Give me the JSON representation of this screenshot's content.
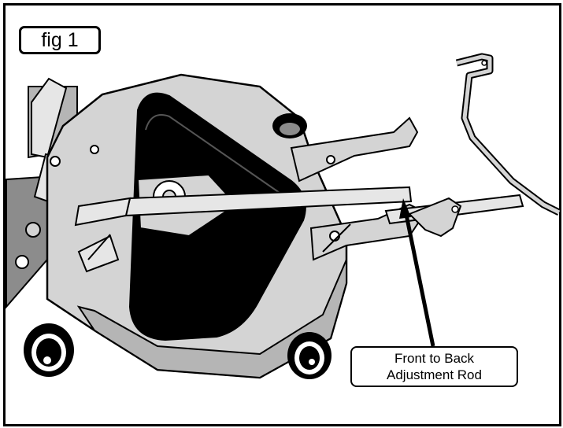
{
  "figure": {
    "label": "fig 1"
  },
  "callout": {
    "line1": "Front to Back",
    "line2": "Adjustment Rod"
  },
  "colors": {
    "deck_gray": "#d4d4d4",
    "deck_shadow": "#b5b5b5",
    "dark_gray": "#8c8c8c",
    "black": "#000000",
    "white": "#ffffff"
  }
}
